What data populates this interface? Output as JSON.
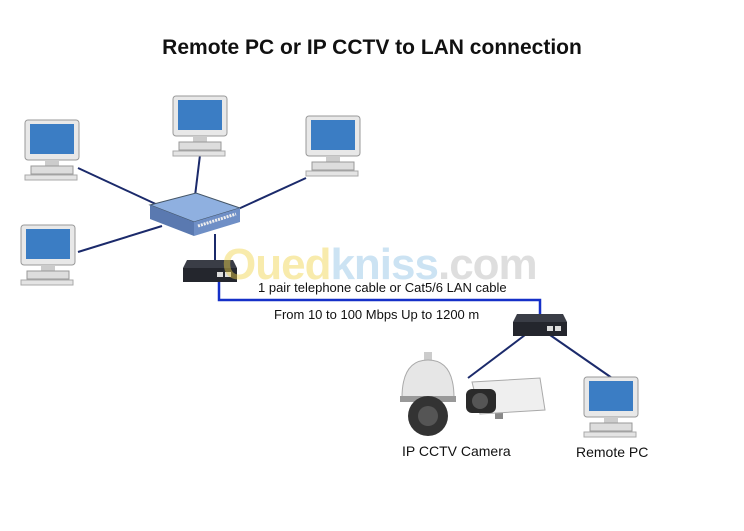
{
  "title": "Remote PC or IP CCTV to LAN connection",
  "cable_label": "1 pair telephone cable or Cat5/6 LAN cable",
  "speed_label": "From 10 to 100 Mbps Up to 1200 m",
  "camera_label": "IP CCTV Camera",
  "remote_pc_label": "Remote PC",
  "watermark": {
    "part1": "Oued",
    "part2": "kniss",
    "part3": ".com"
  },
  "colors": {
    "lan_line": "#1b2a6b",
    "long_cable": "#1530c8",
    "switch": "#6f8fc6",
    "extender": "#2a2d35"
  }
}
